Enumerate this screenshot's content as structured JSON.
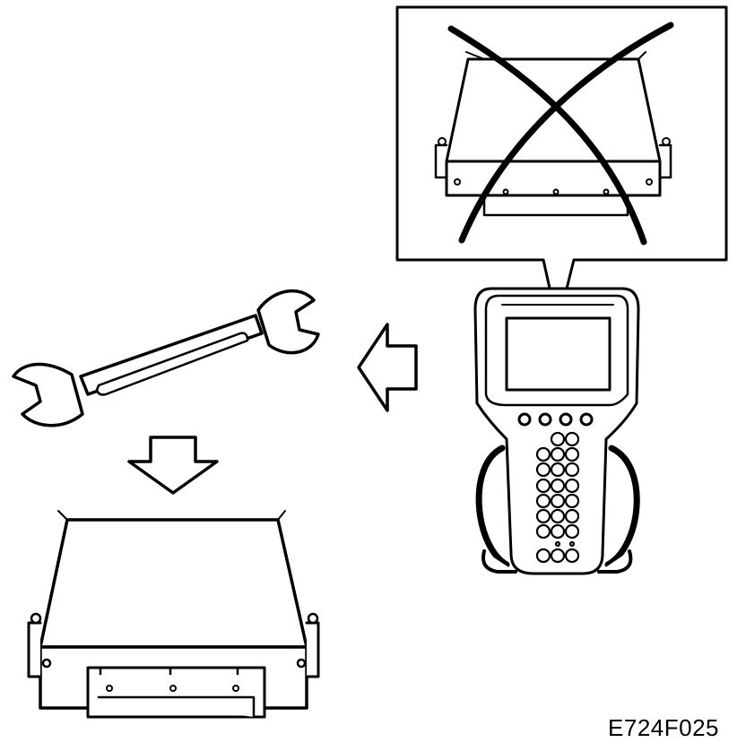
{
  "figure": {
    "code": "E724F025",
    "ink_color": "#000000",
    "paper_color": "#ffffff"
  },
  "parts": {
    "callout_module": {
      "state": "crossed-out"
    },
    "scan_tool": {
      "buttons_round": 4
    },
    "wrench": {
      "icon": "open-end-wrench-icon"
    },
    "left_arrow": {
      "icon": "arrow-left-icon"
    },
    "down_arrow": {
      "icon": "arrow-down-icon"
    },
    "control_module": {
      "icon": "control-module-icon"
    }
  }
}
